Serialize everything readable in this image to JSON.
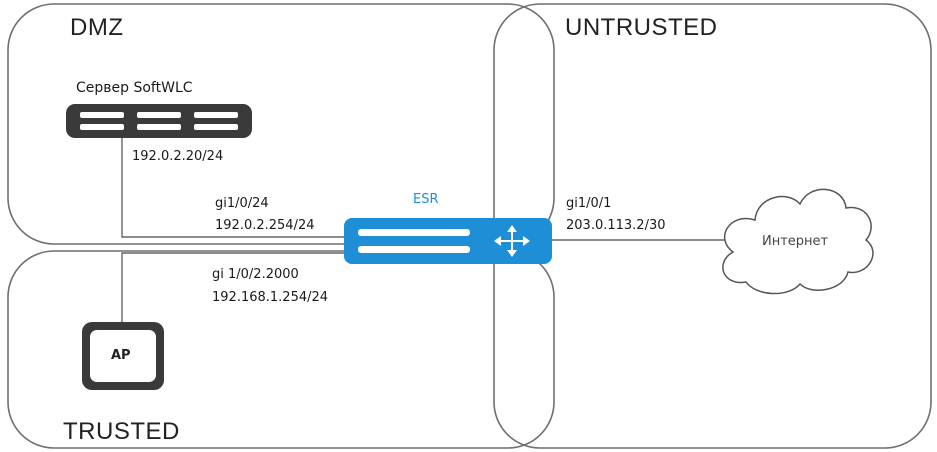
{
  "zones": {
    "dmz": "DMZ",
    "untrusted": "UNTRUSTED",
    "trusted": "TRUSTED"
  },
  "server": {
    "title": "Сервер SoftWLC",
    "ip": "192.0.2.20/24"
  },
  "esr": {
    "title": "ESR"
  },
  "interfaces": {
    "dmz_if": "gi1/0/24",
    "dmz_ip": "192.0.2.254/24",
    "trusted_if": "gi 1/0/2.2000",
    "trusted_ip": "192.168.1.254/24",
    "wan_if": "gi1/0/1",
    "wan_ip": "203.0.113.2/30"
  },
  "ap": {
    "label": "AP"
  },
  "internet": {
    "label": "Интернет"
  },
  "colors": {
    "zone_stroke": "#6f6f6f",
    "device_dark": "#3a3a3a",
    "esr_blue": "#1e8fd6",
    "esr_title": "#1f8fd8",
    "link": "#666666"
  }
}
